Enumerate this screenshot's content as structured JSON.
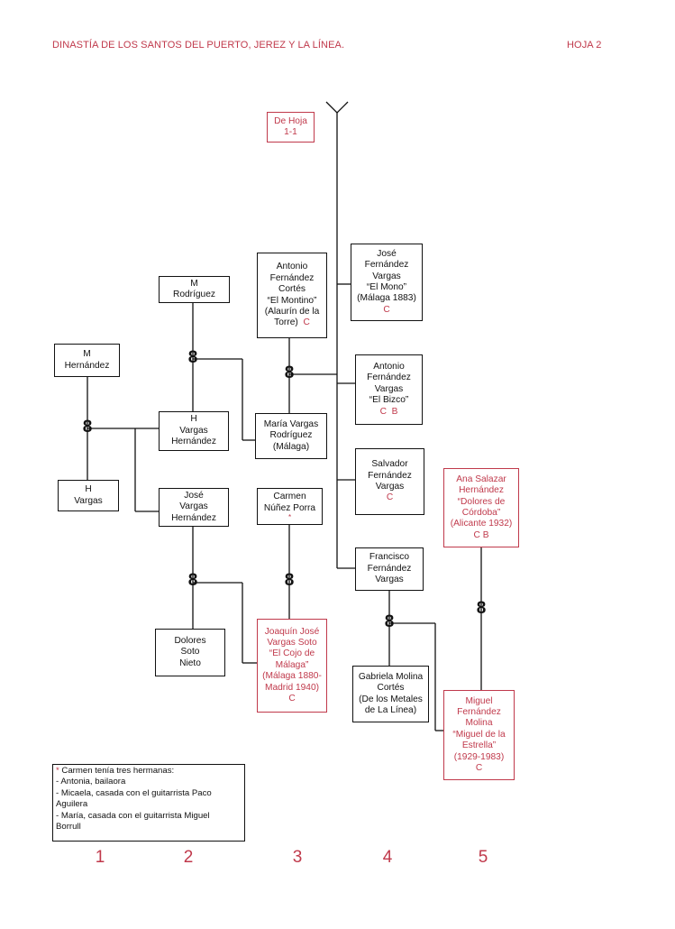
{
  "header": {
    "title": "DINASTÍA DE LOS SANTOS DEL PUERTO, JEREZ Y LA LÍNEA.",
    "sheet": "HOJA 2"
  },
  "ref": [
    "De Hoja",
    "1-1"
  ],
  "people": {
    "m_hernandez": [
      "M",
      "Hernández"
    ],
    "h_vargas": [
      "H",
      "Vargas"
    ],
    "m_rodriguez": [
      "M",
      "Rodríguez"
    ],
    "h_vargas_hernandez": [
      "H",
      "Vargas",
      "Hernández"
    ],
    "jose_vargas_hernandez": [
      "José",
      "Vargas",
      "Hernández"
    ],
    "dolores_soto": [
      "Dolores",
      "Soto",
      "Nieto"
    ],
    "antonio_montino": [
      "Antonio",
      "Fernández",
      "Cortés",
      "“El Montino”",
      "(Alaurín de la",
      "Torre)"
    ],
    "maria_vargas": [
      "María Vargas",
      "Rodríguez",
      "(Málaga)"
    ],
    "carmen_nunez": [
      "Carmen",
      "Núñez Porra"
    ],
    "joaquin_cojo": [
      "Joaquín José",
      "Vargas Soto",
      "“El Cojo de",
      "Málaga”",
      "(Málaga 1880-",
      "Madrid 1940)"
    ],
    "jose_mono": [
      "José",
      "Fernández",
      "Vargas",
      "“El Mono”",
      "(Málaga 1883)"
    ],
    "antonio_bizco": [
      "Antonio",
      "Fernández",
      "Vargas",
      "“El Bizco”"
    ],
    "salvador": [
      "Salvador",
      "Fernández",
      "Vargas"
    ],
    "francisco": [
      "Francisco",
      "Fernández",
      "Vargas"
    ],
    "gabriela": [
      "Gabriela Molina",
      "Cortés",
      "(De los Metales",
      "de La Línea)"
    ],
    "ana_salazar": [
      "Ana Salazar",
      "Hernández",
      "“Dolores de",
      "Córdoba”",
      "(Alicante 1932)"
    ],
    "miguel_molina": [
      "Miguel",
      "Fernández",
      "Molina",
      "“Miguel de la",
      "Estrella”",
      "(1929-1983)"
    ]
  },
  "marks": {
    "c": "C",
    "cb": "C  B",
    "ana_cb": "C B",
    "asterisk": "*"
  },
  "marriage_symbol": "8",
  "note": {
    "asterisk": "*",
    "lines": [
      "Carmen tenía tres hermanas:",
      "- Antonia, bailaora",
      "- Micaela, casada con el guitarrista Paco",
      "Aguilera",
      "- María, casada con el guitarrista Miguel",
      "Borrull"
    ]
  },
  "columns": [
    "1",
    "2",
    "3",
    "4",
    "5"
  ],
  "colors": {
    "accent_red": "#c0394b",
    "line": "#111111"
  }
}
